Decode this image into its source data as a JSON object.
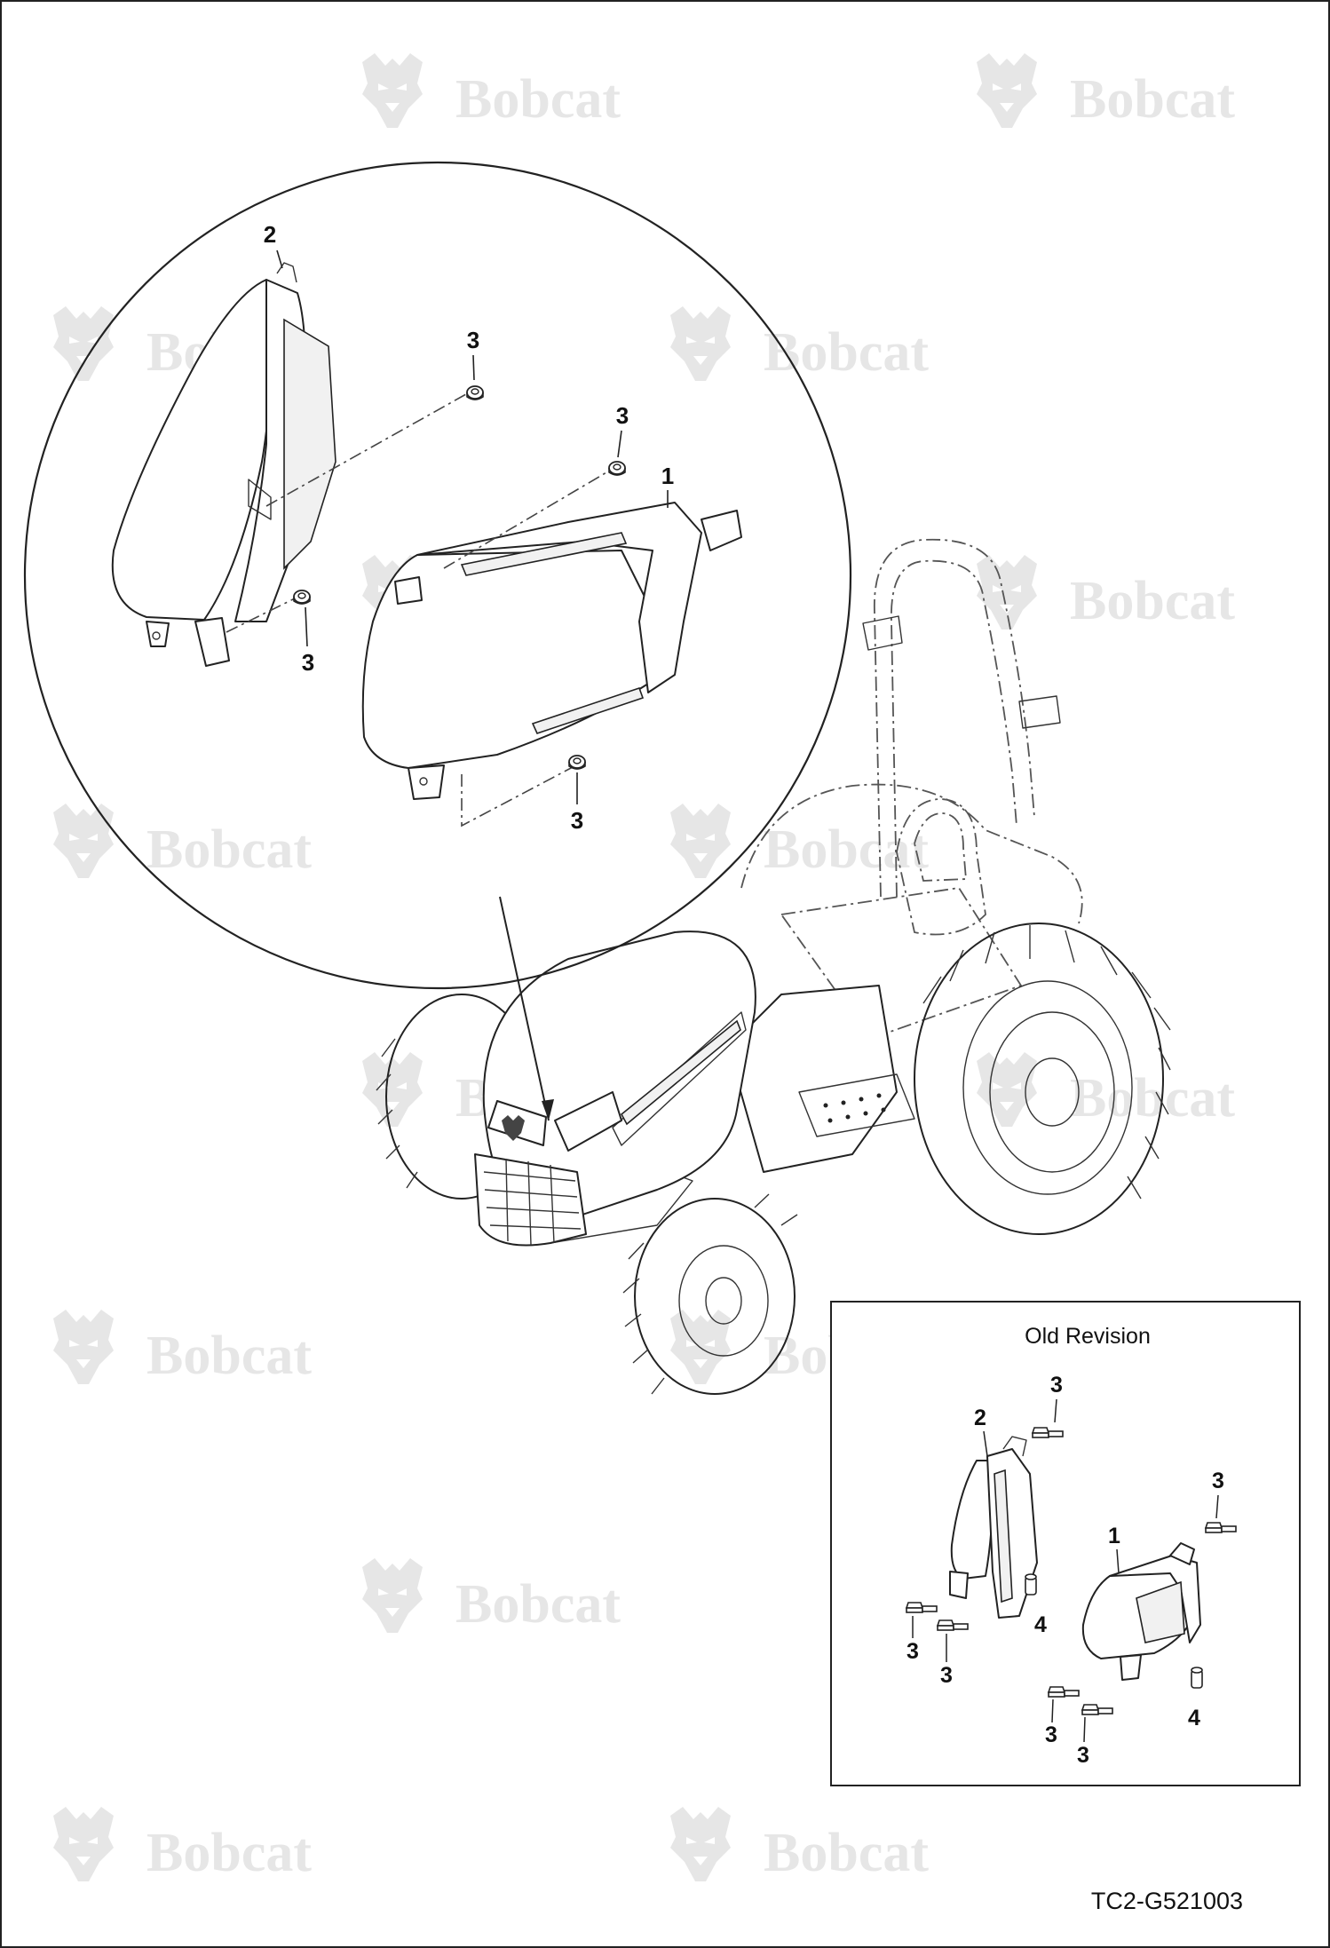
{
  "watermark": {
    "brand": "Bobcat",
    "icon": "bobcat-head-logo-icon",
    "color": "#e6e6e6"
  },
  "detail_callouts": {
    "latch_left": "2",
    "nut_upper_left": "3",
    "nut_upper_right": "3",
    "latch_right": "1",
    "nut_lower_left": "3",
    "nut_lower_right": "3"
  },
  "old_revision": {
    "title": "Old Revision",
    "callouts": {
      "bolt_top": "3",
      "latch_left": "2",
      "bolt_right_top": "3",
      "latch_right": "1",
      "pin_left": "4",
      "bolt_left_a": "3",
      "bolt_left_b": "3",
      "bolt_right_a": "3",
      "bolt_right_b": "3",
      "pin_right": "4"
    }
  },
  "drawing_id": "TC2-G521003",
  "colors": {
    "line": "#222222",
    "background": "#ffffff"
  }
}
